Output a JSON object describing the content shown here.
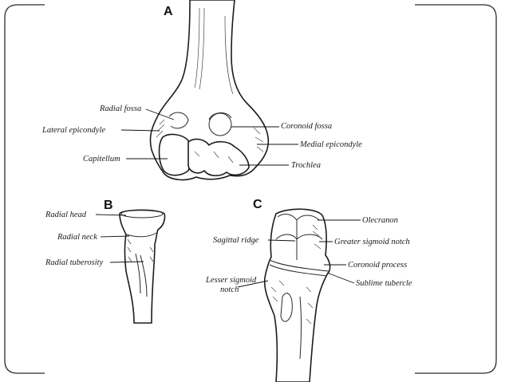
{
  "figure": {
    "panels": [
      {
        "letter": "A",
        "labels": {
          "radial_fossa": "Radial fossa",
          "lateral_epicondyle": "Lateral epicondyle",
          "capitellum": "Capitellum",
          "coronoid_fossa": "Coronoid fossa",
          "medial_epicondyle": "Medial epicondyle",
          "trochlea": "Trochlea"
        }
      },
      {
        "letter": "B",
        "labels": {
          "radial_head": "Radial head",
          "radial_neck": "Radial neck",
          "radial_tuberosity": "Radial tuberosity"
        }
      },
      {
        "letter": "C",
        "labels": {
          "olecranon": "Olecranon",
          "sagittal_ridge": "Sagittal ridge",
          "greater_sigmoid_notch": "Greater sigmoid notch",
          "coronoid_process": "Coronoid process",
          "sublime_tubercle": "Sublime tubercle",
          "lesser_sigmoid_notch_line1": "Lesser sigmoid",
          "lesser_sigmoid_notch_line2": "notch"
        }
      }
    ]
  },
  "colors": {
    "ink": "#1c1c1c",
    "frame": "#2b2b2b",
    "background": "#ffffff"
  }
}
